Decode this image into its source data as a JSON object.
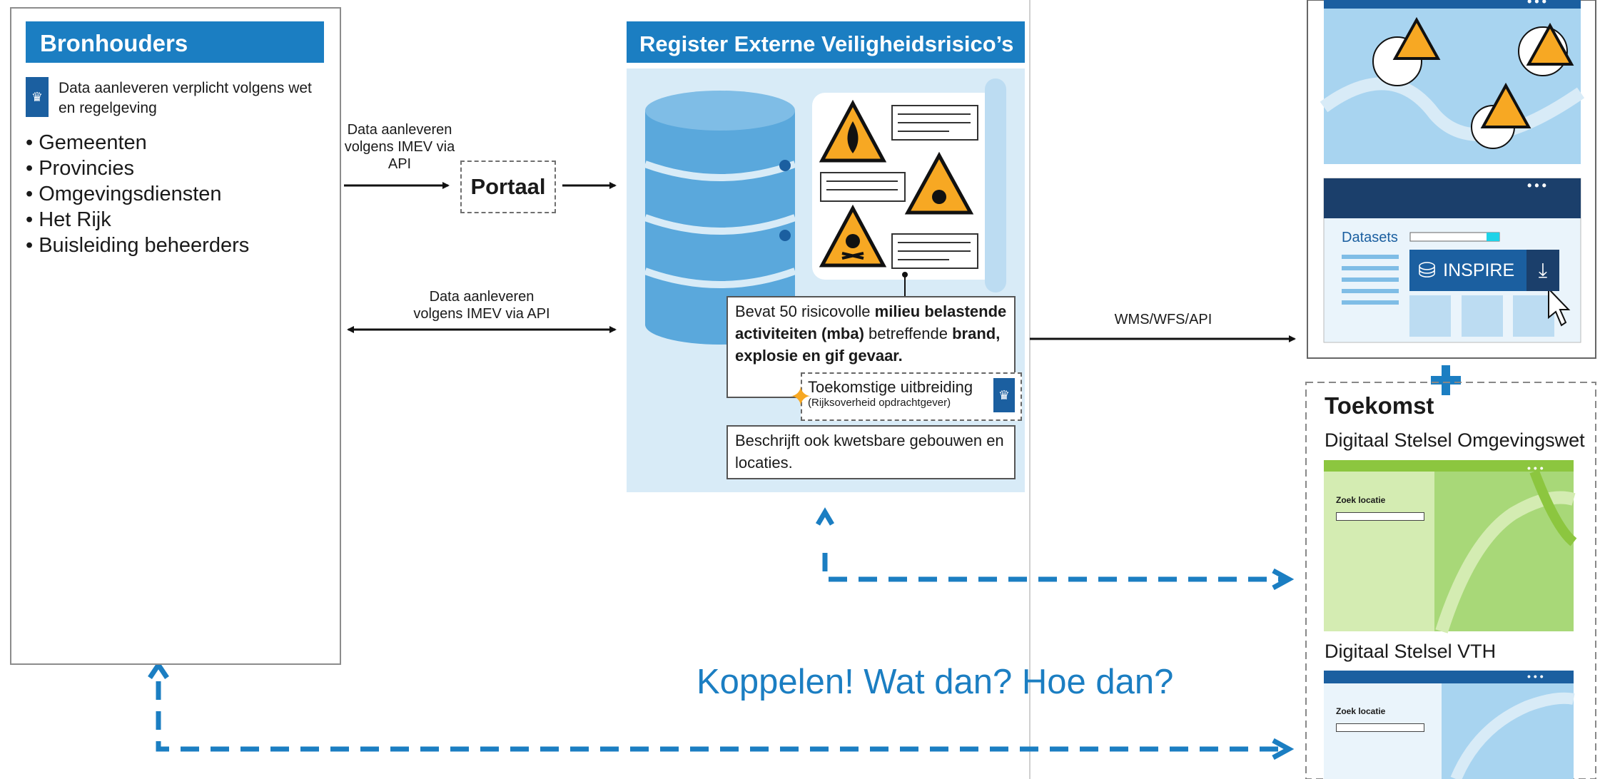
{
  "bronhouders": {
    "title": "Bronhouders",
    "logo_text": "RIJK",
    "note": "Data aanleveren verplicht volgens wet en regelgeving",
    "items": [
      "Gemeenten",
      "Provincies",
      "Omgevingsdiensten",
      "Het Rijk",
      "Buisleiding beheerders"
    ]
  },
  "flows": {
    "api_label": "Data aanleveren volgens IMEV via API",
    "api_label_2": "Data aanleveren volgens IMEV via API",
    "portaal": "Portaal",
    "wms_label": "WMS/WFS/API"
  },
  "register": {
    "title": "Register Externe Veiligheidsrisico’s",
    "info_prefix": "Bevat 50 risicovolle ",
    "info_bold1": "milieu belastende activiteiten (mba)",
    "info_mid": " betreffende ",
    "info_bold2": "brand, explosie en gif gevaar.",
    "future_title": "Toekomstige uitbreiding",
    "future_sub": "(Rijksoverheid opdrachtgever)",
    "extra": "Beschrijft ook kwetsbare gebouwen en locaties."
  },
  "right": {
    "datasets_label": "Datasets",
    "inspire_label": "INSPIRE",
    "toekomst": "Toekomst",
    "dso": "Digitaal Stelsel Omgevingswet",
    "vth": "Digitaal Stelsel VTH",
    "zoek": "Zoek locatie",
    "zoek2": "Zoek locatie",
    "dots": "•••"
  },
  "koppelen": "Koppelen! Wat dan? Hoe dan?",
  "colors": {
    "brand_blue": "#1b7ec2",
    "dark_blue": "#1b5fa0",
    "light_blue": "#d8ebf7",
    "warning_yellow": "#f7a823",
    "green": "#8cc63f"
  }
}
